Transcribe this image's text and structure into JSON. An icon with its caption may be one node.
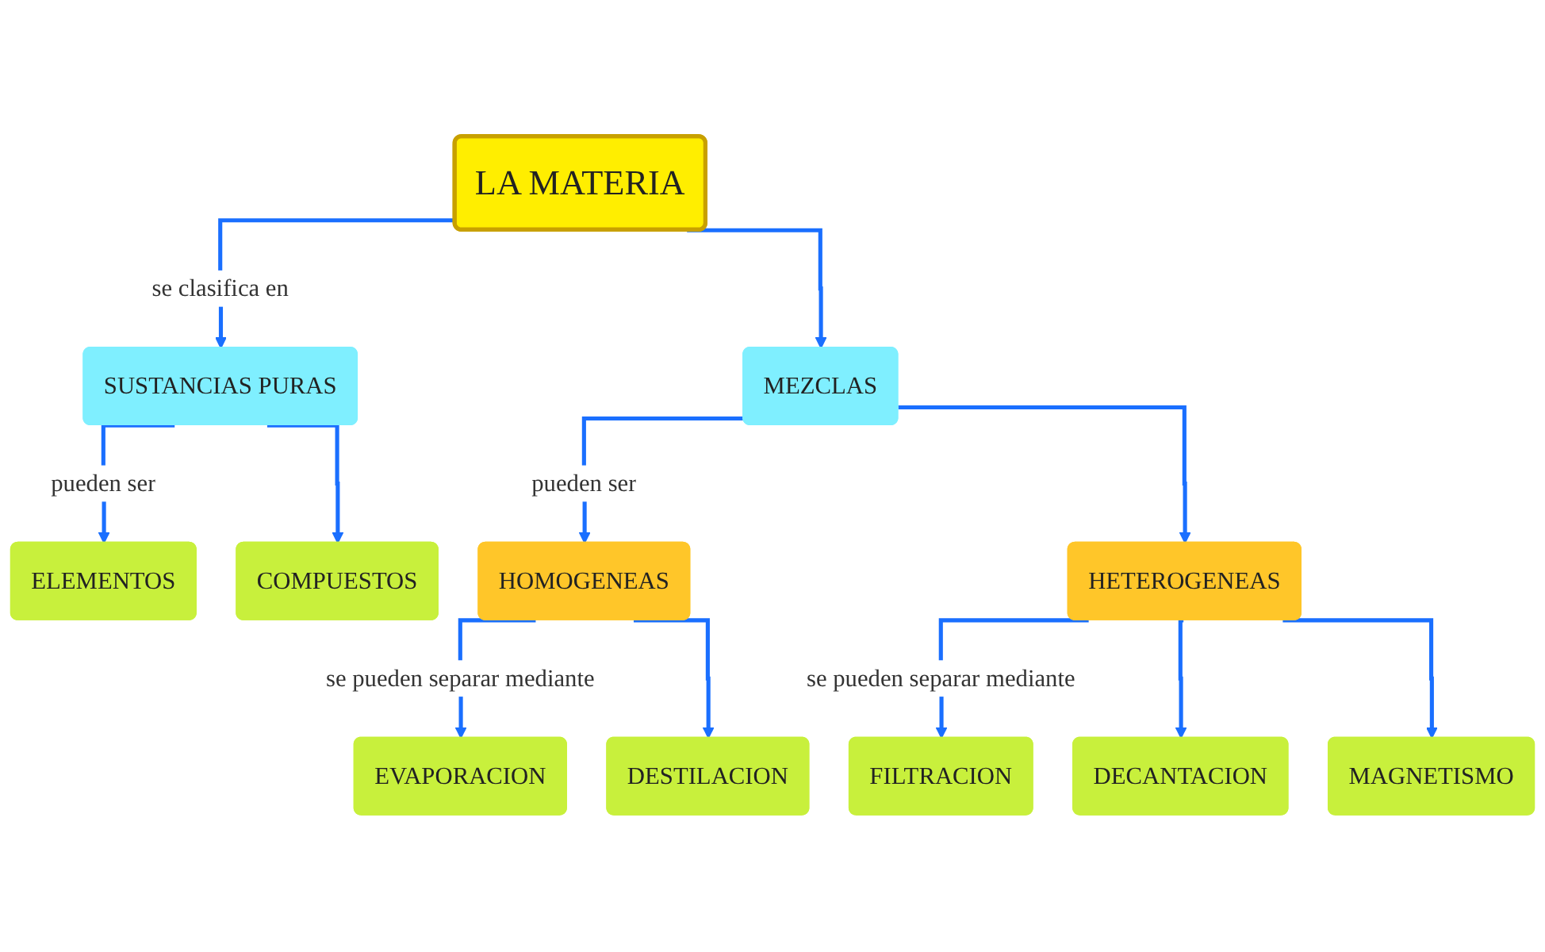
{
  "diagram": {
    "nodes": [
      {
        "text": [
          "LA MATERIA"
        ]
      },
      {
        "text": [
          "SUSTANCIAS PURAS"
        ]
      },
      {
        "text": [
          "MEZCLAS"
        ]
      },
      {
        "text": [
          "ELEMENTOS"
        ]
      },
      {
        "text": [
          "COMPUESTOS"
        ]
      },
      {
        "text": [
          "HOMOGENEAS"
        ]
      },
      {
        "text": [
          "HETEROGENEAS"
        ]
      },
      {
        "text": [
          "EVAPORACION"
        ]
      },
      {
        "text": [
          "DESTILACION"
        ]
      },
      {
        "text": [
          "FILTRACION"
        ]
      },
      {
        "text": [
          "DECANTACION"
        ]
      },
      {
        "text": [
          "MAGNETISMO"
        ]
      }
    ],
    "edges": [
      {
        "from": 0,
        "to": 1,
        "arrow": "to",
        "label": "se clasifica en"
      },
      {
        "from": 0,
        "to": 2,
        "arrow": "to"
      },
      {
        "from": 1,
        "to": 3,
        "arrow": "to",
        "label": "pueden ser"
      },
      {
        "from": 1,
        "to": 4,
        "arrow": "to"
      },
      {
        "from": 2,
        "to": 5,
        "arrow": "to",
        "label": "pueden ser"
      },
      {
        "from": 2,
        "to": 6,
        "arrow": "to"
      },
      {
        "from": 5,
        "to": 7,
        "arrow": "to",
        "label": "se pueden separar mediante"
      },
      {
        "from": 5,
        "to": 8,
        "arrow": "to"
      },
      {
        "from": 6,
        "to": 9,
        "arrow": "to",
        "label": "se pueden separar mediante"
      },
      {
        "from": 6,
        "to": 10,
        "arrow": "to"
      },
      {
        "from": 6,
        "to": 11,
        "arrow": "to"
      }
    ]
  }
}
